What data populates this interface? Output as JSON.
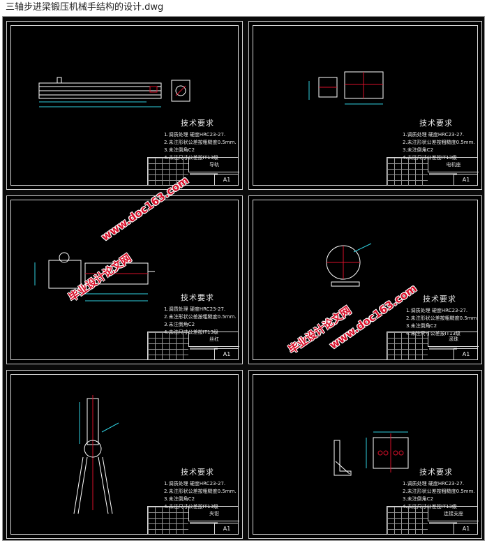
{
  "window": {
    "title": "三轴步进梁锻压机械手结构的设计.dwg"
  },
  "sheets": [
    {
      "tech_req_title": "技术要求",
      "notes": [
        "1.调质处理 硬度HRC23-27.",
        "2.未注形状公差按粗糙度0.5mm.",
        "3.未注倒角C2",
        "4.未注尺寸公差按IT13级"
      ],
      "part_name": "导轨",
      "size": "A1"
    },
    {
      "tech_req_title": "技术要求",
      "notes": [
        "1.调质处理 硬度HRC23-27.",
        "2.未注形状公差按粗糙度0.5mm.",
        "3.未注倒角C2",
        "4.未注尺寸公差按IT13级"
      ],
      "part_name": "电机座",
      "size": "A1"
    },
    {
      "tech_req_title": "技术要求",
      "notes": [
        "1.调质处理 硬度HRC23-27.",
        "2.未注形状公差按粗糙度0.5mm.",
        "3.未注倒角C2",
        "4.未注尺寸公差按IT13级"
      ],
      "part_name": "丝杠",
      "size": "A1"
    },
    {
      "tech_req_title": "技术要求",
      "notes": [
        "1.调质处理 硬度HRC23-27.",
        "2.未注形状公差按粗糙度0.5mm.",
        "3.未注倒角C2",
        "4.未注尺寸公差按IT13级"
      ],
      "part_name": "滚珠",
      "size": "A1"
    },
    {
      "tech_req_title": "技术要求",
      "notes": [
        "1.调质处理 硬度HRC23-27.",
        "2.未注形状公差按粗糙度0.5mm.",
        "3.未注倒角C2",
        "4.未注尺寸公差按IT13级"
      ],
      "part_name": "夹钳",
      "size": "A1"
    },
    {
      "tech_req_title": "技术要求",
      "notes": [
        "1.调质处理 硬度HRC23-27.",
        "2.未注形状公差按粗糙度0.5mm.",
        "3.未注倒角C2",
        "4.未注尺寸公差按IT13级"
      ],
      "part_name": "连接支座",
      "size": "A1"
    }
  ],
  "watermark": {
    "brand": "毕业设计论文网",
    "url": "www.doc163.com"
  },
  "colors": {
    "background": "#000000",
    "line": "#ffffff",
    "center_line": "#d8102a",
    "dimension": "#2fd0e0",
    "watermark": "#d8102a"
  }
}
